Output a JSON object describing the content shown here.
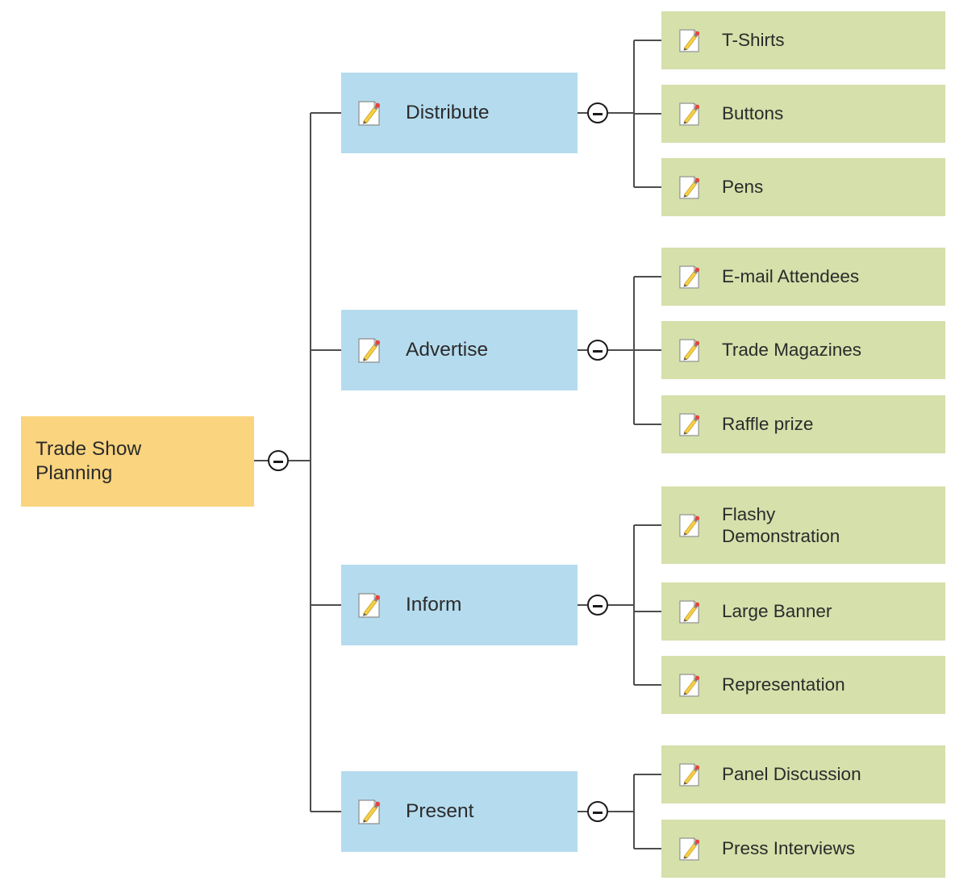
{
  "diagram": {
    "type": "mind-map-tree",
    "title": "Trade Show Planning",
    "orientation": "left-to-right",
    "colors": {
      "root_fill": "#fad47e",
      "branch_fill": "#b5dbee",
      "leaf_fill": "#d5e0ab",
      "connector": "#4d4d4d",
      "text": "#2b2b2b",
      "background": "#ffffff"
    },
    "icons": {
      "node_icon": "note-pencil-icon",
      "collapse_icon": "minus-circle-icon"
    },
    "root": {
      "label": "Trade Show\nPlanning",
      "collapse_state": "expanded",
      "collapse_symbol": "−"
    },
    "branches": [
      {
        "label": "Distribute",
        "collapse_state": "expanded",
        "children": [
          {
            "label": "T-Shirts"
          },
          {
            "label": "Buttons"
          },
          {
            "label": "Pens"
          }
        ]
      },
      {
        "label": "Advertise",
        "collapse_state": "expanded",
        "children": [
          {
            "label": "E-mail Attendees"
          },
          {
            "label": "Trade Magazines"
          },
          {
            "label": "Raffle prize"
          }
        ]
      },
      {
        "label": "Inform",
        "collapse_state": "expanded",
        "children": [
          {
            "label": "Flashy\nDemonstration"
          },
          {
            "label": "Large Banner"
          },
          {
            "label": "Representation"
          }
        ]
      },
      {
        "label": "Present",
        "collapse_state": "expanded",
        "children": [
          {
            "label": "Panel Discussion"
          },
          {
            "label": "Press Interviews"
          }
        ]
      }
    ]
  }
}
